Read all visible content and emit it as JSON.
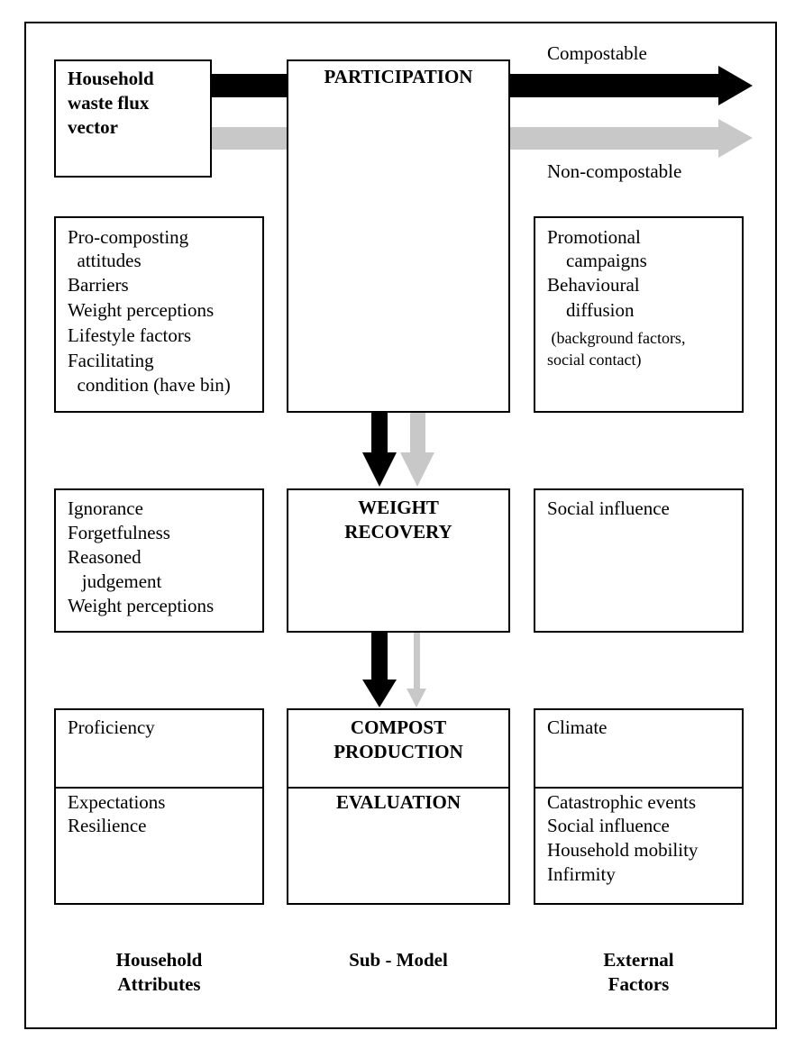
{
  "diagram": {
    "source_box": {
      "lines": [
        "Household",
        "waste flux",
        "vector"
      ]
    },
    "flow_labels": {
      "top": "Compostable",
      "bottom": "Non-compostable"
    },
    "stages": {
      "participation": "PARTICIPATION",
      "weight_recovery": [
        "WEIGHT",
        "RECOVERY"
      ],
      "compost_production": [
        "COMPOST",
        "PRODUCTION"
      ],
      "evaluation": "EVALUATION"
    },
    "household_attributes": {
      "participation": [
        "Pro-composting",
        "  attitudes",
        "Barriers",
        "Weight perceptions",
        "Lifestyle factors",
        "Facilitating",
        "  condition (have bin)"
      ],
      "weight_recovery": [
        "Ignorance",
        "Forgetfulness",
        "Reasoned",
        "   judgement",
        "Weight perceptions"
      ],
      "compost_production": [
        "Proficiency"
      ],
      "evaluation": [
        "Expectations",
        "Resilience"
      ]
    },
    "external_factors": {
      "participation": [
        "Promotional",
        "    campaigns",
        "Behavioural",
        "    diffusion"
      ],
      "participation_note": [
        " (background factors,",
        "social contact)"
      ],
      "weight_recovery": [
        "Social influence"
      ],
      "compost_production": [
        "Climate"
      ],
      "evaluation": [
        "Catastrophic events",
        "Social influence",
        "Household mobility",
        "Infirmity"
      ]
    },
    "column_labels": {
      "household": [
        "Household",
        "Attributes"
      ],
      "submodel": [
        "Sub - Model"
      ],
      "external": [
        "External",
        "Factors"
      ]
    },
    "colors": {
      "compostable_arrow": "#000000",
      "noncompostable_arrow": "#c8c8c8"
    }
  }
}
